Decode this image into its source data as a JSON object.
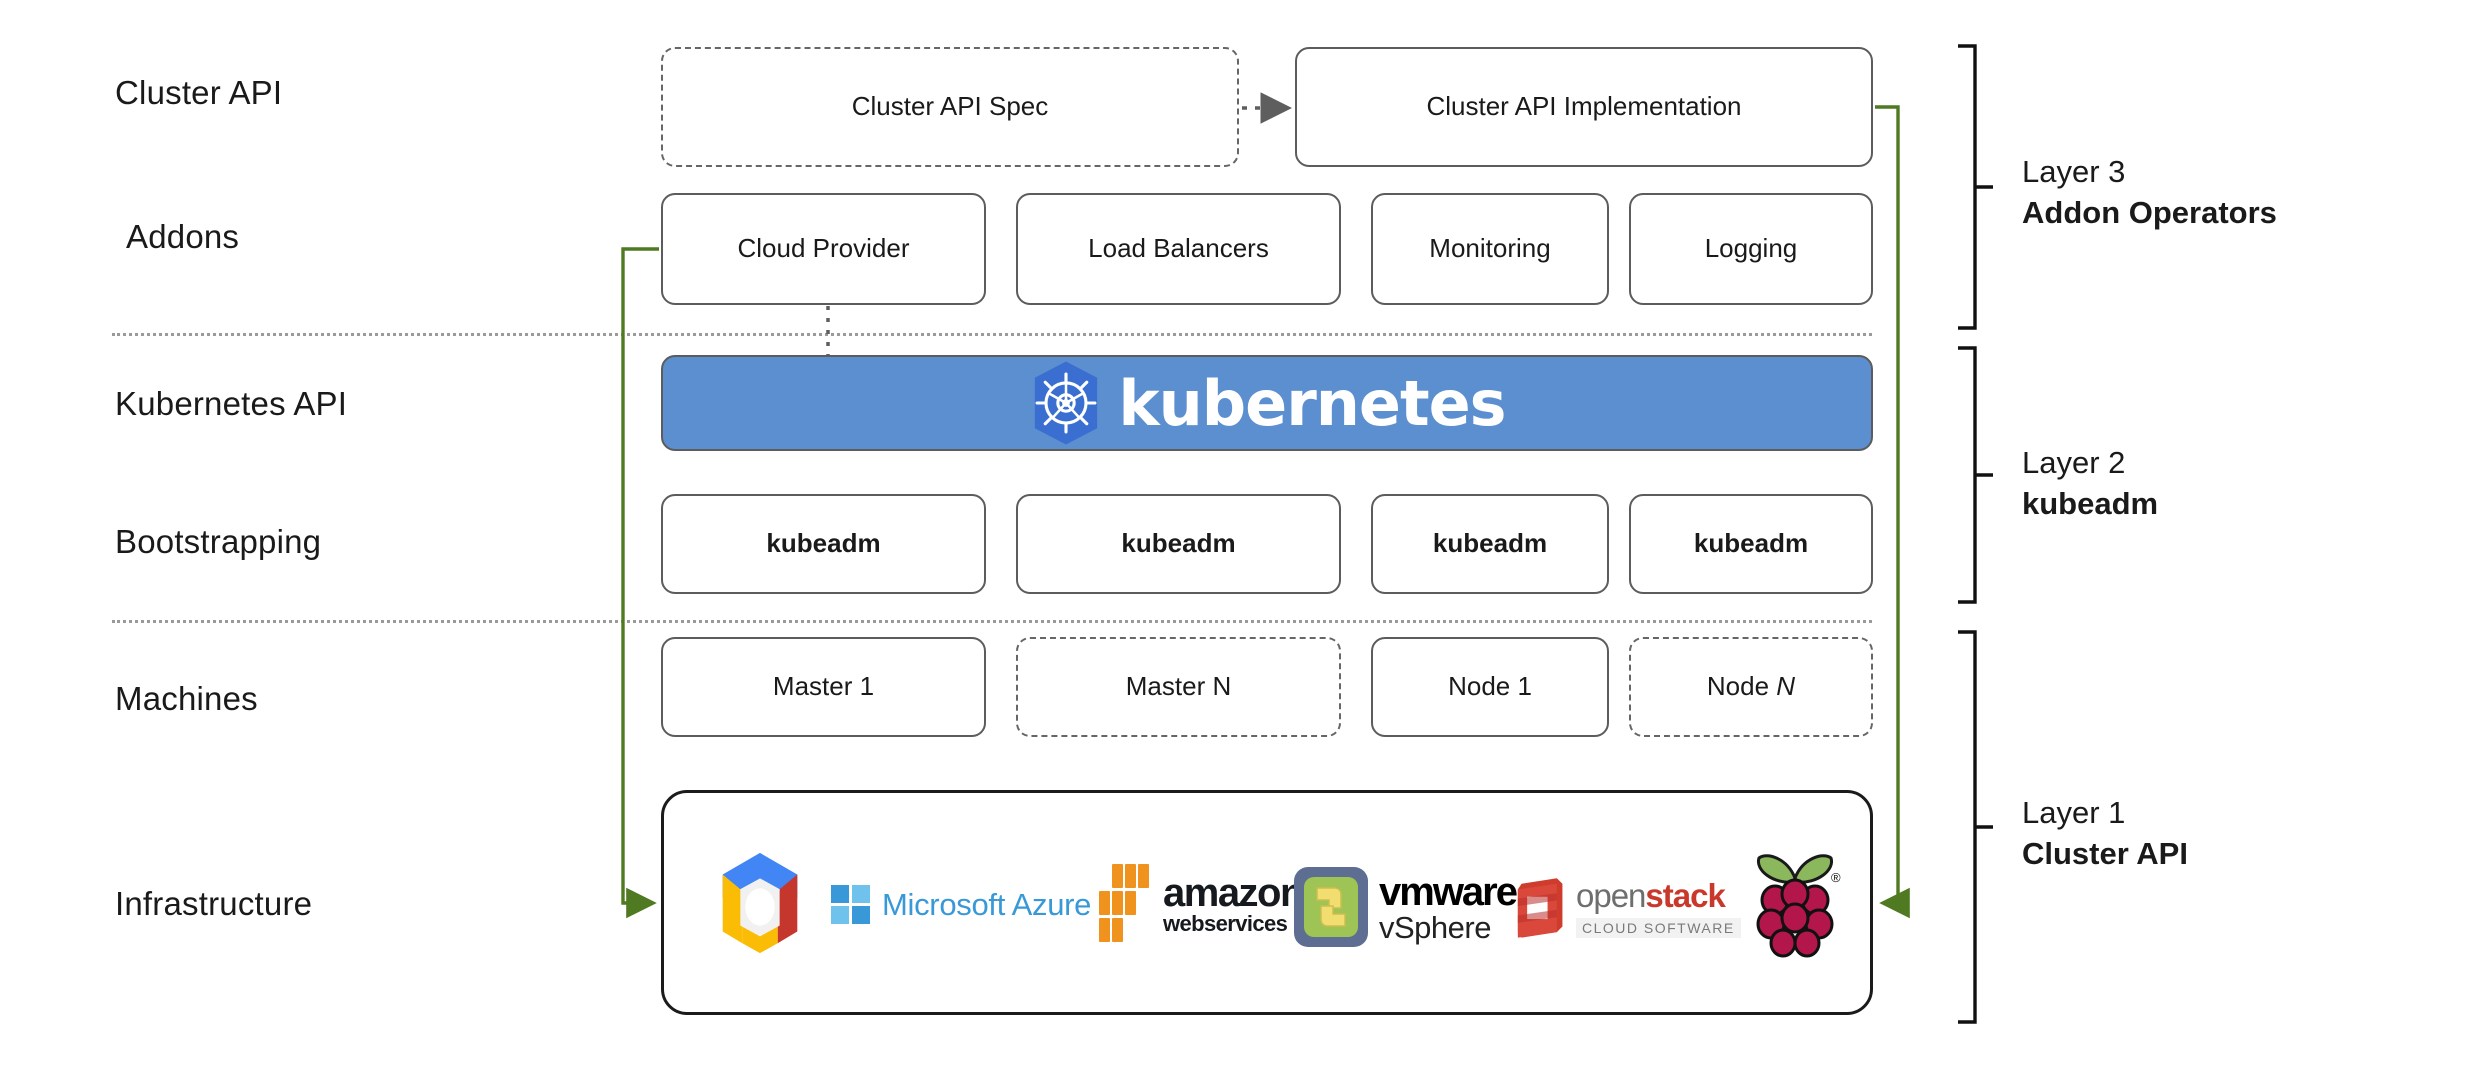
{
  "row_labels": [
    {
      "text": "Cluster API"
    },
    {
      "text": "Addons"
    },
    {
      "text": "Kubernetes API"
    },
    {
      "text": "Bootstrapping"
    },
    {
      "text": "Machines"
    },
    {
      "text": "Infrastructure"
    }
  ],
  "cluster_api_row": {
    "spec_box": "Cluster API Spec",
    "implementation_box": "Cluster API Implementation"
  },
  "addons_row": [
    "Cloud Provider",
    "Load Balancers",
    "Monitoring",
    "Logging"
  ],
  "kubernetes_banner": {
    "wordmark": "kubernetes",
    "logo_icon": "kubernetes-helm-icon",
    "banner_color": "#5b8fd0",
    "logo_color": "#3a6ed0"
  },
  "bootstrapping_row": [
    "kubeadm",
    "kubeadm",
    "kubeadm",
    "kubeadm"
  ],
  "machines_row": [
    {
      "label": "Master 1",
      "style": "solid"
    },
    {
      "label": "Master N",
      "style": "dashed"
    },
    {
      "label": "Node 1",
      "style": "solid"
    },
    {
      "label": "Node N",
      "style": "dashed",
      "italic_tail": "N"
    }
  ],
  "infrastructure_row": {
    "providers": [
      {
        "name": "Google Cloud Platform",
        "icon": "google-cloud-icon"
      },
      {
        "name": "Microsoft Azure",
        "icon": "microsoft-azure-icon",
        "text": "Microsoft Azure"
      },
      {
        "name": "Amazon Web Services",
        "icon": "aws-icon",
        "text_top": "amazon",
        "text_bottom": "webservices"
      },
      {
        "name": "VMware vSphere",
        "icon": "vmware-icon",
        "text_top": "vmware",
        "text_bottom": "vSphere"
      },
      {
        "name": "OpenStack",
        "icon": "openstack-icon",
        "text_top_light": "open",
        "text_top_bold": "stack",
        "text_bottom": "CLOUD SOFTWARE"
      },
      {
        "name": "Raspberry Pi",
        "icon": "raspberry-pi-icon"
      }
    ]
  },
  "layers": [
    {
      "number": "Layer 3",
      "name": "Addon Operators"
    },
    {
      "number": "Layer 2",
      "name": "kubeadm"
    },
    {
      "number": "Layer 1",
      "name": "Cluster API"
    }
  ],
  "connectors": {
    "spec_to_impl": "dotted-arrow",
    "cloudprovider_to_kubernetes": "dotted-line",
    "cloudprovider_to_infrastructure": "green-arrow",
    "impl_to_infrastructure": "green-arrow",
    "green_color": "#4f7a21"
  }
}
